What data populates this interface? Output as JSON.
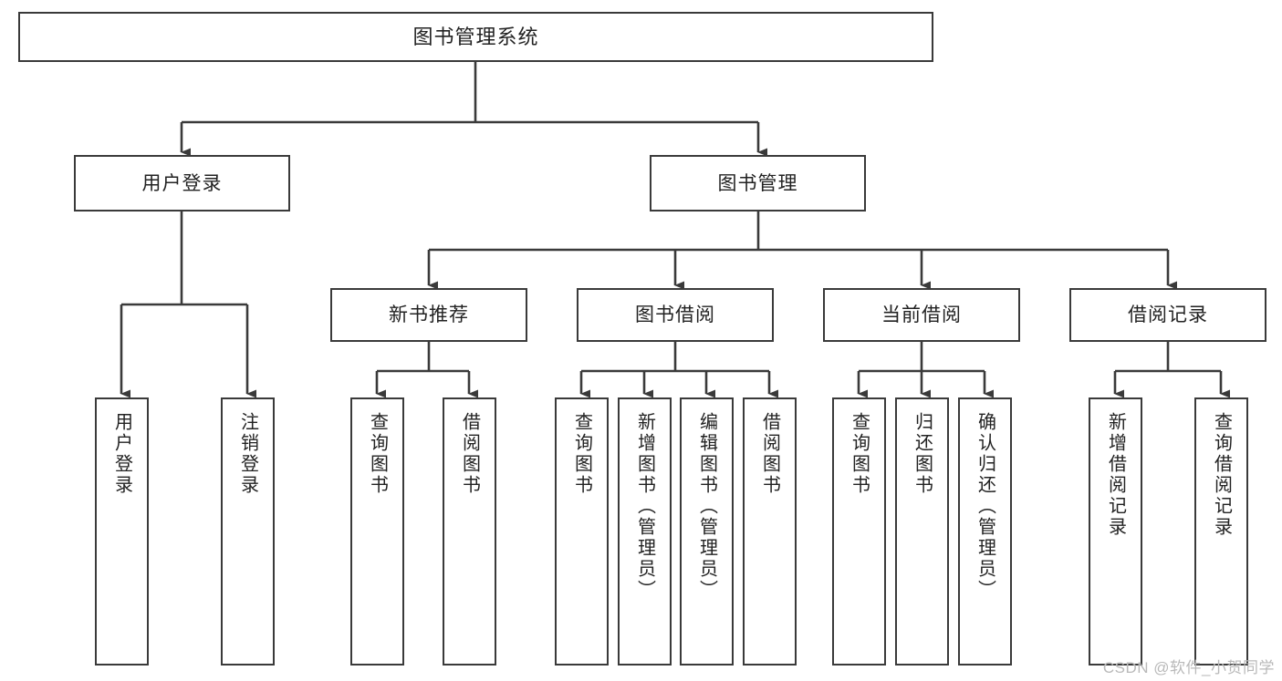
{
  "diagram": {
    "title": "图书管理系统",
    "watermark": "CSDN @软件_小贺同学",
    "colors": {
      "node_border": "#3a3a3a",
      "node_fill": "#ffffff",
      "edge": "#3a3a3a",
      "text": "#222222",
      "watermark": "#b9b9b9",
      "background": "#ffffff"
    },
    "levels": {
      "root": [
        "图书管理系统"
      ],
      "level1": [
        "用户登录",
        "图书管理"
      ],
      "level2": [
        "新书推荐",
        "图书借阅",
        "当前借阅",
        "借阅记录"
      ],
      "leaves": [
        "用户登录",
        "注销登录",
        "查询图书",
        "借阅图书",
        "查询图书",
        "新增图书（管理员）",
        "编辑图书（管理员）",
        "借阅图书",
        "查询图书",
        "归还图书",
        "确认归还（管理员）",
        "新增借阅记录",
        "查询借阅记录"
      ]
    },
    "nodes": {
      "root": {
        "label": "图书管理系统"
      },
      "user_login": {
        "label": "用户登录"
      },
      "book_manage": {
        "label": "图书管理"
      },
      "new_book_rec": {
        "label": "新书推荐"
      },
      "book_borrow": {
        "label": "图书借阅"
      },
      "current_borrow": {
        "label": "当前借阅"
      },
      "borrow_record": {
        "label": "借阅记录"
      },
      "leaf_user_login": {
        "label": "用户登录"
      },
      "leaf_logout": {
        "label": "注销登录"
      },
      "leaf_query_book_a": {
        "label": "查询图书"
      },
      "leaf_borrow_book_a": {
        "label": "借阅图书"
      },
      "leaf_query_book_b": {
        "label": "查询图书"
      },
      "leaf_add_book": {
        "label": "新增图书（管理员）"
      },
      "leaf_edit_book": {
        "label": "编辑图书（管理员）"
      },
      "leaf_borrow_book_b": {
        "label": "借阅图书"
      },
      "leaf_query_book_c": {
        "label": "查询图书"
      },
      "leaf_return_book": {
        "label": "归还图书"
      },
      "leaf_confirm_return": {
        "label": "确认归还（管理员）"
      },
      "leaf_add_record": {
        "label": "新增借阅记录"
      },
      "leaf_query_record": {
        "label": "查询借阅记录"
      }
    }
  }
}
